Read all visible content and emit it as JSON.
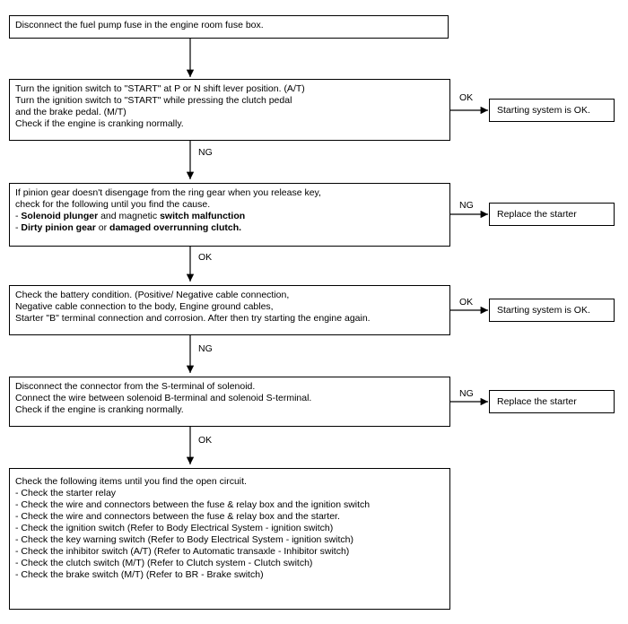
{
  "steps": [
    {
      "lines": [
        {
          "segments": [
            {
              "text": "Disconnect the fuel pump fuse in the engine room fuse box."
            }
          ]
        }
      ]
    },
    {
      "lines": [
        {
          "segments": [
            {
              "text": "Turn the ignition switch to \"START\" at P or N shift lever position. (A/T)"
            }
          ]
        },
        {
          "segments": [
            {
              "text": "Turn the ignition switch to \"START\" while pressing the clutch pedal"
            }
          ]
        },
        {
          "segments": [
            {
              "text": "and the brake pedal. (M/T)"
            }
          ]
        },
        {
          "segments": [
            {
              "text": "Check if the engine is cranking normally."
            }
          ]
        }
      ]
    },
    {
      "lines": [
        {
          "segments": [
            {
              "text": "If pinion gear doesn't disengage from the ring gear when you release key,"
            }
          ]
        },
        {
          "segments": [
            {
              "text": "check for the following until you find the cause."
            }
          ]
        },
        {
          "segments": [
            {
              "text": "- "
            },
            {
              "text": "Solenoid plunger",
              "bold": true
            },
            {
              "text": " and magnetic "
            },
            {
              "text": "switch malfunction",
              "bold": true
            }
          ]
        },
        {
          "segments": [
            {
              "text": "- "
            },
            {
              "text": "Dirty pinion gear",
              "bold": true
            },
            {
              "text": " or "
            },
            {
              "text": "damaged overrunning clutch.",
              "bold": true
            }
          ]
        }
      ]
    },
    {
      "lines": [
        {
          "segments": [
            {
              "text": "Check the battery condition. (Positive/ Negative cable connection,"
            }
          ]
        },
        {
          "segments": [
            {
              "text": "Negative cable connection to the body, Engine ground cables,"
            }
          ]
        },
        {
          "segments": [
            {
              "text": "Starter \"B\" terminal connection and corrosion. After then try starting the engine again."
            }
          ]
        }
      ]
    },
    {
      "lines": [
        {
          "segments": [
            {
              "text": "Disconnect the connector from the S-terminal of solenoid."
            }
          ]
        },
        {
          "segments": [
            {
              "text": "Connect the wire between solenoid B-terminal and solenoid S-terminal."
            }
          ]
        },
        {
          "segments": [
            {
              "text": "Check if the engine is cranking normally."
            }
          ]
        }
      ]
    },
    {
      "lines": [
        {
          "segments": [
            {
              "text": "Check the following items until you find the open circuit."
            }
          ]
        },
        {
          "segments": [
            {
              "text": " "
            }
          ]
        },
        {
          "segments": [
            {
              "text": "- Check the starter relay"
            }
          ]
        },
        {
          "segments": [
            {
              "text": "- Check the wire and connectors between the fuse & relay box and the ignition switch"
            }
          ]
        },
        {
          "segments": [
            {
              "text": "- Check the wire and connectors between the fuse & relay box and the starter."
            }
          ]
        },
        {
          "segments": [
            {
              "text": "- Check the ignition switch (Refer to Body Electrical System - ignition switch)"
            }
          ]
        },
        {
          "segments": [
            {
              "text": "- Check the key warning switch (Refer to Body Electrical System - ignition switch)"
            }
          ]
        },
        {
          "segments": [
            {
              "text": "- Check the inhibitor switch (A/T) (Refer to Automatic transaxle - Inhibitor switch)"
            }
          ]
        },
        {
          "segments": [
            {
              "text": "- Check the clutch switch (M/T) (Refer to Clutch system - Clutch switch)"
            }
          ]
        },
        {
          "segments": [
            {
              "text": "- Check the brake switch (M/T) (Refer to BR - Brake switch)"
            }
          ]
        }
      ]
    }
  ],
  "connectors": [
    {
      "label": ""
    },
    {
      "label": "NG"
    },
    {
      "label": "OK"
    },
    {
      "label": "NG"
    },
    {
      "label": "OK"
    }
  ],
  "side_results": [
    {
      "label": "OK",
      "text": "Starting system is OK."
    },
    {
      "label": "NG",
      "text": "Replace the starter"
    },
    {
      "label": "OK",
      "text": "Starting system is OK."
    },
    {
      "label": "NG",
      "text": "Replace the starter"
    }
  ]
}
